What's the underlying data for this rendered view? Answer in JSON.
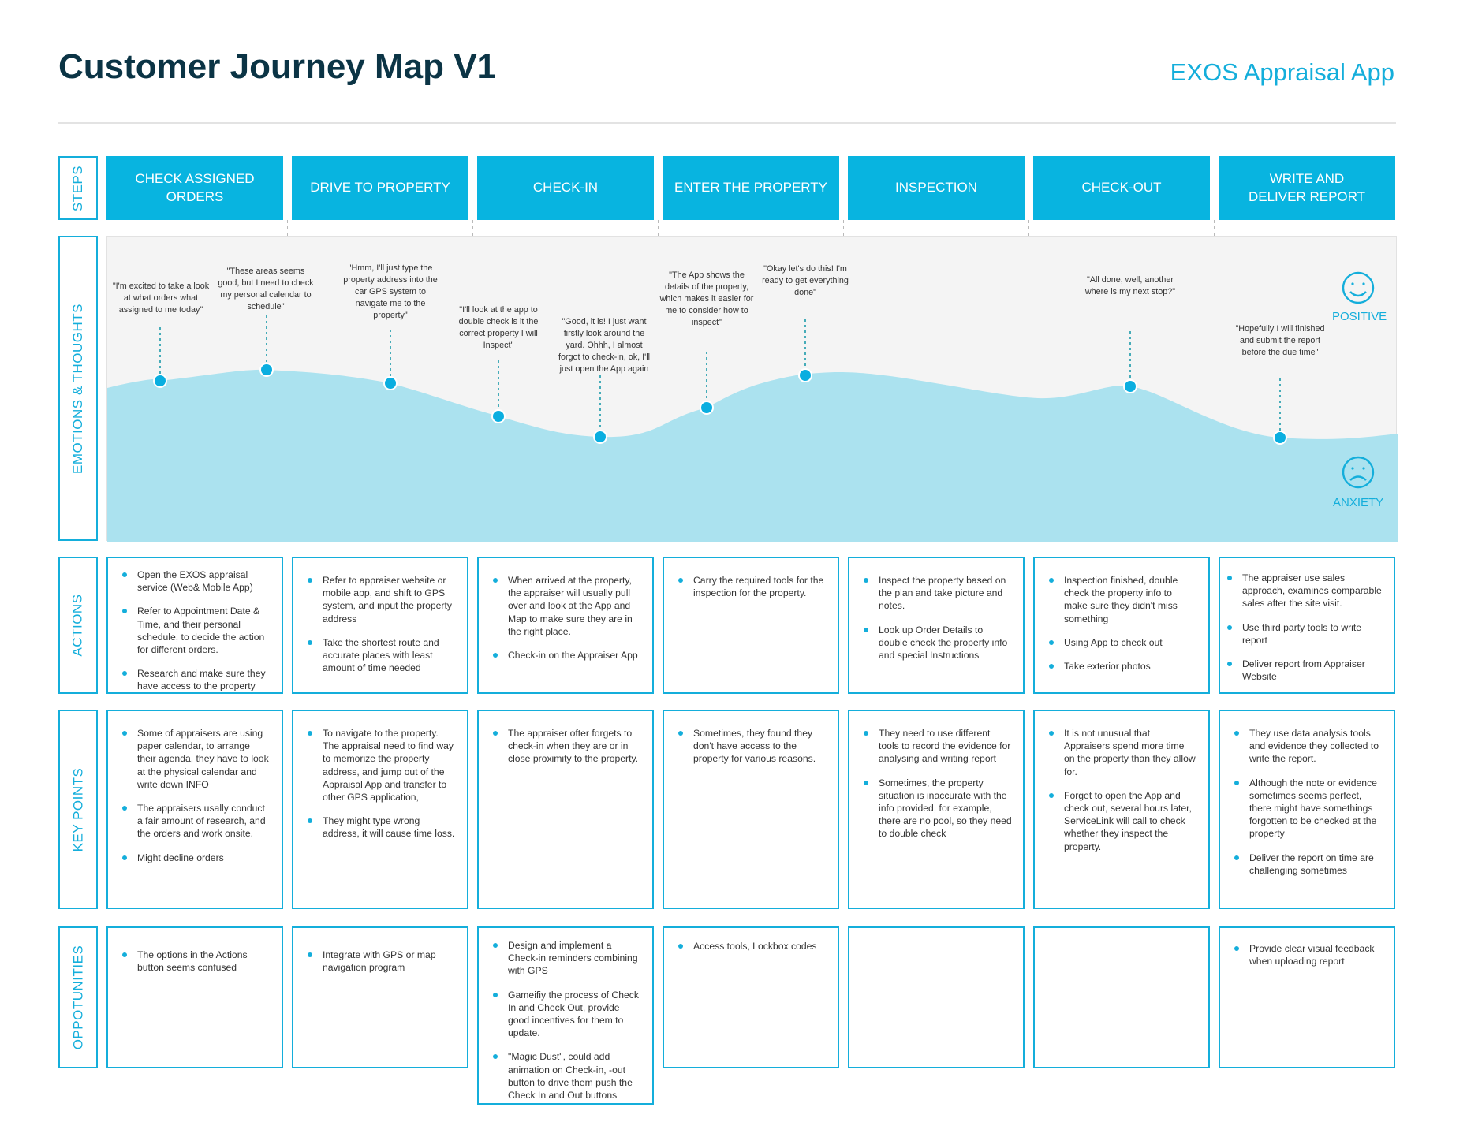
{
  "header": {
    "title": "Customer Journey Map V1",
    "app_name": "EXOS Appraisal App"
  },
  "row_labels": {
    "steps": "STEPS",
    "emotions": "EMOTIONS & THOUGHTS",
    "actions": "ACTIONS",
    "key_points": "KEY POINTS",
    "opportunities": "OPPOTUNITIES"
  },
  "steps": [
    "CHECK ASSIGNED ORDERS",
    "DRIVE TO PROPERTY",
    "CHECK-IN",
    "ENTER THE PROPERTY",
    "INSPECTION",
    "CHECK-OUT",
    "WRITE AND\nDELIVER REPORT"
  ],
  "emotions": {
    "positive_label": "POSITIVE",
    "anxiety_label": "ANXIETY",
    "positive_icon": "smile-icon",
    "anxiety_icon": "frown-icon",
    "curve_color": "#abe2ef",
    "dot_color": "#0aaee0",
    "quotes": [
      "\"I'm excited to take a look at what orders what assigned to me today\"",
      "\"These areas seems good, but I need to check my personal calendar to schedule\"",
      "\"Hmm, I'll just type the property address into the car GPS system to navigate me to the property\"",
      "\"I'll look at the app to double check is it the correct property I will Inspect\"",
      "\"Good, it is! I just want firstly look around the yard. Ohhh, I almost forgot to check-in, ok, I'll just open the App again",
      "\"The App shows the details of the property, which makes it easier for me to consider how to inspect\"",
      "\"Okay let's do this! I'm ready to get everything done\"",
      "\"All done, well, another where is my next stop?\"",
      "\"Hopefully I will finished and submit the report before the due time\""
    ]
  },
  "actions": [
    [
      "Open the EXOS appraisal service (Web& Mobile App)",
      "Refer to Appointment Date & Time, and their personal schedule, to decide the action for different orders.",
      "Research and make sure they have access to the property"
    ],
    [
      "Refer to appraiser website or mobile app, and shift to GPS system, and input the property address",
      "Take the shortest route and accurate places with least amount of time needed"
    ],
    [
      "When arrived at the property, the appraiser will usually pull over and look at the App and Map to make sure they are in the right place.",
      "Check-in on the Appraiser App"
    ],
    [
      "Carry the required tools for the inspection for the property."
    ],
    [
      "Inspect the property based on the plan and take picture and notes.",
      "Look up Order Details to double check the property info and special Instructions"
    ],
    [
      "Inspection finished, double check the property info to make sure they didn't miss something",
      "Using App to check out",
      "Take exterior photos"
    ],
    [
      "The appraiser use sales approach, examines comparable sales after the site visit.",
      "Use third party tools to write report",
      "Deliver report from Appraiser Website"
    ]
  ],
  "key_points": [
    [
      "Some of appraisers are using paper calendar, to arrange their agenda, they have to look at the physical calendar and write down INFO",
      "The appraisers usally conduct a fair amount of research, and the orders and work onsite.",
      "Might decline orders"
    ],
    [
      "To navigate to the property. The appraisal need to find way to memorize the property address, and jump out of the Appraisal App and transfer to other GPS application,",
      "They might type wrong address, it will cause time loss."
    ],
    [
      "The appraiser ofter forgets to check-in when they are or in close proximity to the property."
    ],
    [
      "Sometimes, they found they don't have access to the property for various reasons."
    ],
    [
      "They need to use different tools to record the evidence for analysing and writing report",
      "Sometimes, the property situation is inaccurate with the info provided, for example, there are no pool, so they need to double check"
    ],
    [
      "It is not unusual that Appraisers spend more time on the property than they allow for.",
      "Forget to open the App and check out, several hours later, ServiceLink will call to check whether they inspect the property."
    ],
    [
      "They use data analysis tools and evidence they collected to write the report.",
      "Although the note or evidence sometimes seems perfect, there might have somethings forgotten to be checked at the property",
      "Deliver the report on time are challenging sometimes"
    ]
  ],
  "opportunities": [
    [
      "The options in the Actions button seems confused"
    ],
    [
      "Integrate with GPS or map navigation program"
    ],
    [
      "Design and implement a Check-in reminders combining with GPS",
      "Gameifiy the process of Check In and Check Out, provide good incentives for them to update.",
      "\"Magic Dust\", could add animation on Check-in, -out button to drive them push the Check In and Out buttons"
    ],
    [
      "Access tools, Lockbox codes"
    ],
    [],
    [],
    [
      "Provide clear visual feedback when uploading report"
    ]
  ]
}
